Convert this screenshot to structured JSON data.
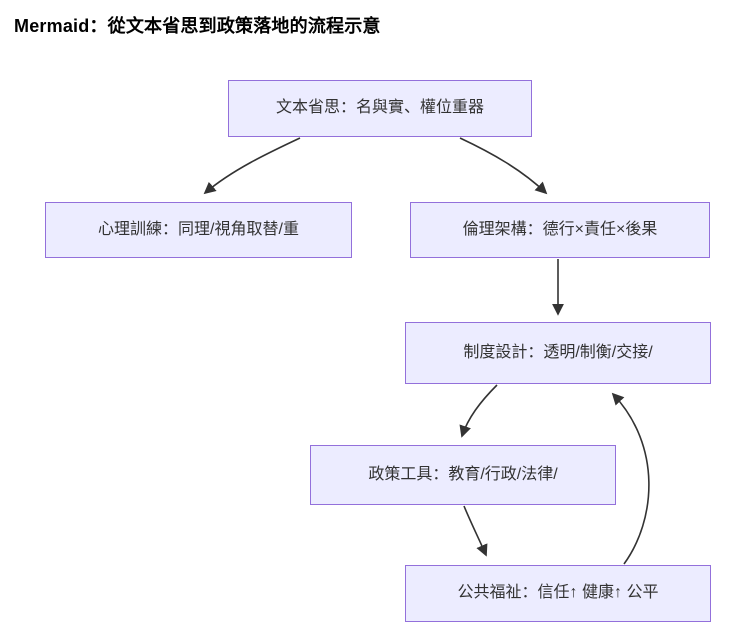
{
  "title": "Mermaid：從文本省思到政策落地的流程示意",
  "diagram": {
    "type": "flowchart",
    "direction": "top-down",
    "nodes": [
      {
        "id": "text-reflection",
        "label": "文本省思：名與實、權位重器"
      },
      {
        "id": "psych-training",
        "label": "心理訓練：同理/視角取替/重"
      },
      {
        "id": "ethics-framework",
        "label": "倫理架構：德行×責任×後果"
      },
      {
        "id": "institution-design",
        "label": "制度設計：透明/制衡/交接/"
      },
      {
        "id": "policy-tools",
        "label": "政策工具：教育/行政/法律/"
      },
      {
        "id": "public-welfare",
        "label": "公共福祉：信任↑ 健康↑ 公平"
      }
    ],
    "edges": [
      {
        "from": "text-reflection",
        "to": "psych-training"
      },
      {
        "from": "text-reflection",
        "to": "ethics-framework"
      },
      {
        "from": "ethics-framework",
        "to": "institution-design"
      },
      {
        "from": "institution-design",
        "to": "policy-tools"
      },
      {
        "from": "policy-tools",
        "to": "public-welfare"
      },
      {
        "from": "public-welfare",
        "to": "institution-design"
      }
    ],
    "colors": {
      "node_fill": "#ECECFF",
      "node_border": "#9370DB",
      "edge": "#333333",
      "node_text": "#333333",
      "title_text": "#000000",
      "background": "#FFFFFF"
    }
  }
}
